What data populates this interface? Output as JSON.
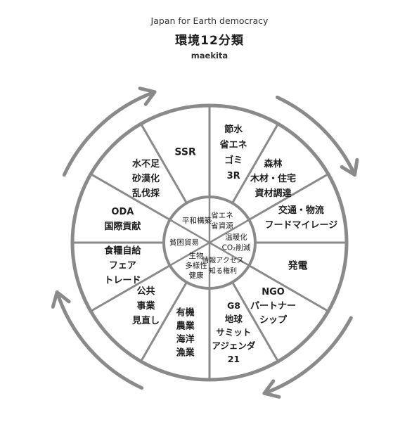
{
  "header": {
    "org": "Japan for Earth democracy",
    "title": "環境12分類",
    "author": "maekita"
  },
  "wheel": {
    "outer": [
      {
        "lines": [
          "節水",
          "省エネ",
          "ゴミ",
          "3R"
        ]
      },
      {
        "lines": [
          "森林",
          "木材・住宅",
          "資材調達"
        ]
      },
      {
        "lines": [
          "交通・物流",
          "フードマイレージ"
        ]
      },
      {
        "lines": [
          "発電"
        ]
      },
      {
        "lines": [
          "NGO",
          "パートナー",
          "シップ"
        ]
      },
      {
        "lines": [
          "G8",
          "地球",
          "サミット",
          "アジェンダ",
          "21"
        ]
      },
      {
        "lines": [
          "有機",
          "農業",
          "海洋",
          "漁業"
        ]
      },
      {
        "lines": [
          "公共",
          "事業",
          "見直し"
        ]
      },
      {
        "lines": [
          "食糧自給",
          "フェア",
          "トレード"
        ]
      },
      {
        "lines": [
          "ODA",
          "国際貢献"
        ]
      },
      {
        "lines": [
          "水不足",
          "砂漠化",
          "乱伐採"
        ]
      },
      {
        "lines": [
          "SSR"
        ]
      }
    ],
    "inner": [
      {
        "lines": [
          "省エネ",
          "省資源"
        ]
      },
      {
        "lines": [
          "温暖化",
          "CO₂削減"
        ]
      },
      {
        "lines": [
          "情報アクセス",
          "知る権利"
        ]
      },
      {
        "lines": [
          "生物",
          "多様性",
          "健康"
        ]
      },
      {
        "lines": [
          "貧困貿易"
        ]
      },
      {
        "lines": [
          "平和構築"
        ]
      }
    ],
    "colors": {
      "line": "#8a8a8a",
      "text": "#1e1e1e",
      "arrow": "#8a8a8a"
    }
  }
}
